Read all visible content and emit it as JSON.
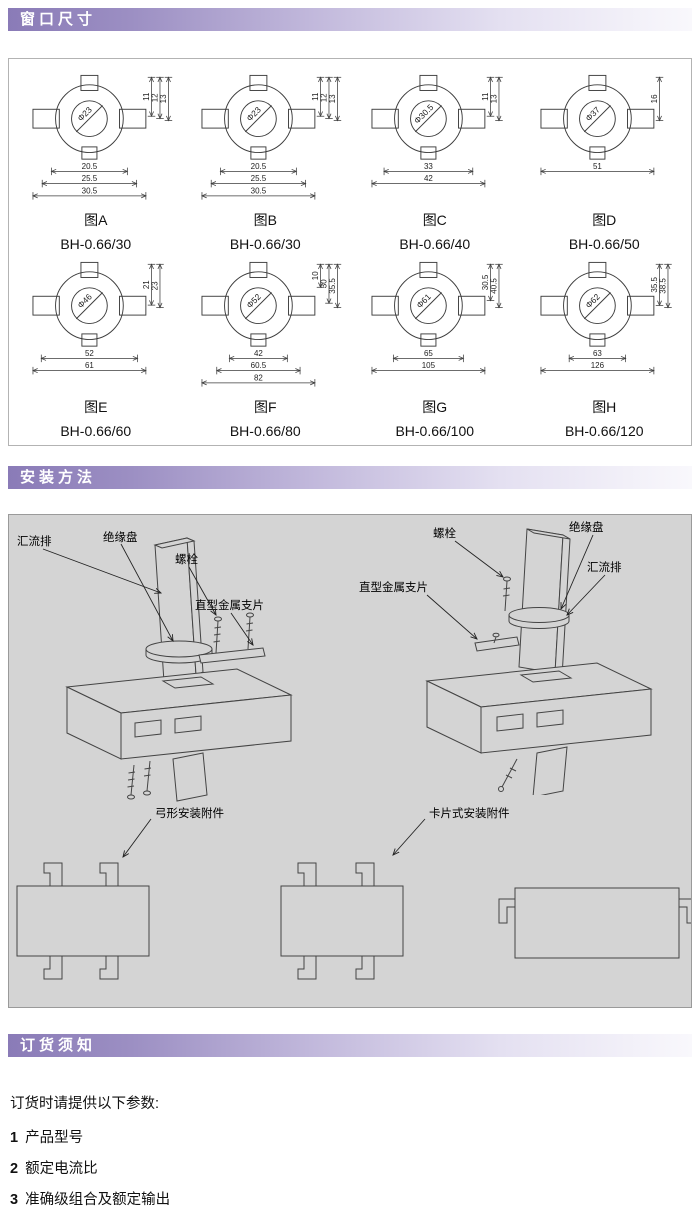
{
  "sections": {
    "window": {
      "title": "窗口尺寸"
    },
    "install": {
      "title": "安装方法"
    },
    "ordering": {
      "title": "订货须知"
    }
  },
  "figures": [
    {
      "caption": "图A",
      "model": "BH-0.66/30",
      "diameter": "Φ23",
      "widths": [
        "20.5",
        "25.5",
        "30.5"
      ],
      "heights": [
        "11",
        "12",
        "13"
      ]
    },
    {
      "caption": "图B",
      "model": "BH-0.66/30",
      "diameter": "Φ23",
      "widths": [
        "20.5",
        "25.5",
        "30.5"
      ],
      "heights": [
        "11",
        "12",
        "13"
      ]
    },
    {
      "caption": "图C",
      "model": "BH-0.66/40",
      "diameter": "Φ30.5",
      "widths": [
        "33",
        "42"
      ],
      "heights": [
        "11",
        "13"
      ]
    },
    {
      "caption": "图D",
      "model": "BH-0.66/50",
      "diameter": "Φ37",
      "widths": [
        "51"
      ],
      "heights": [
        "16"
      ]
    },
    {
      "caption": "图E",
      "model": "BH-0.66/60",
      "diameter": "Φ46",
      "widths": [
        "52",
        "61"
      ],
      "heights": [
        "21",
        "23"
      ]
    },
    {
      "caption": "图F",
      "model": "BH-0.66/80",
      "diameter": "Φ52",
      "widths": [
        "42",
        "60.5",
        "82"
      ],
      "heights": [
        "10",
        "30",
        "35.5"
      ]
    },
    {
      "caption": "图G",
      "model": "BH-0.66/100",
      "diameter": "Φ61",
      "widths": [
        "65",
        "105"
      ],
      "heights": [
        "30.5",
        "40.5"
      ]
    },
    {
      "caption": "图H",
      "model": "BH-0.66/120",
      "diameter": "Φ62",
      "widths": [
        "63",
        "126"
      ],
      "heights": [
        "35.5",
        "38.5"
      ]
    }
  ],
  "install": {
    "left_diagram_labels": {
      "busbar": "汇流排",
      "insulation_disc": "绝缘盘",
      "bolt": "螺栓",
      "straight_metal_clip": "直型金属支片"
    },
    "right_diagram_labels": {
      "bolt": "螺栓",
      "insulation_disc": "绝缘盘",
      "straight_metal_clip": "直型金属支片",
      "busbar": "汇流排"
    },
    "bow_accessory_label": "弓形安装附件",
    "card_accessory_label": "卡片式安装附件"
  },
  "ordering": {
    "intro": "订货时请提供以下参数:",
    "items": [
      {
        "num": "1",
        "text": "产品型号"
      },
      {
        "num": "2",
        "text": "额定电流比"
      },
      {
        "num": "3",
        "text": "准确级组合及额定输出"
      }
    ]
  }
}
